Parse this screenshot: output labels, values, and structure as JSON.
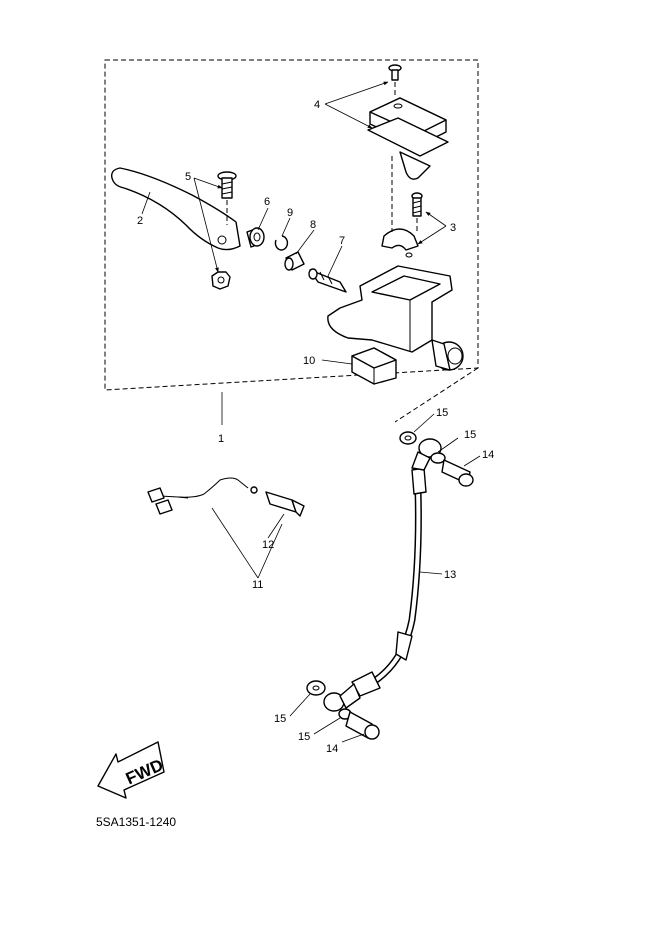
{
  "callouts": {
    "c1": "1",
    "c2": "2",
    "c3": "3",
    "c4": "4",
    "c5": "5",
    "c6": "6",
    "c7": "7",
    "c8": "8",
    "c9": "9",
    "c10": "10",
    "c11": "11",
    "c12": "12",
    "c13": "13",
    "c14a": "14",
    "c14b": "14",
    "c15a": "15",
    "c15b": "15",
    "c15c": "15",
    "c15d": "15"
  },
  "direction_label": "FWD",
  "diagram_code": "5SA1351-1240"
}
